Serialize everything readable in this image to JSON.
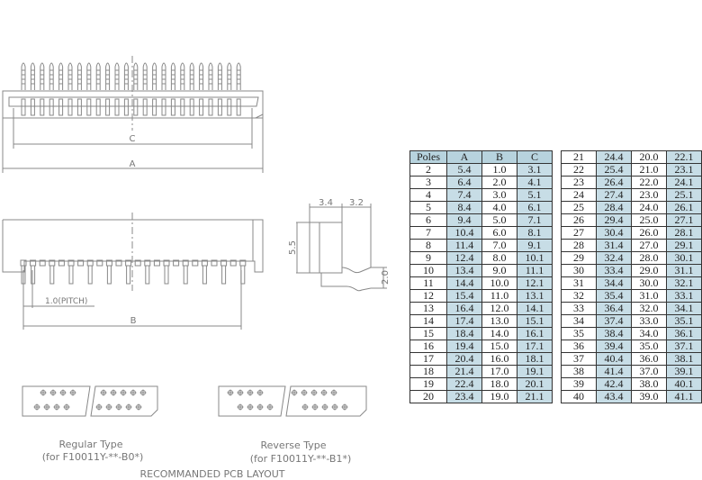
{
  "labels": {
    "dim_a": "A",
    "dim_b": "B",
    "dim_c": "C",
    "pitch": "1.0(PITCH)",
    "side_w1": "3.4",
    "side_w2": "3.2",
    "side_h": "5.5",
    "side_lead": "2.0",
    "regular_type": "Regular Type",
    "regular_part": "(for F10011Y-**-B0*)",
    "reverse_type": "Reverse Type",
    "reverse_part": "(for F10011Y-**-B1*)",
    "pcb_caption": "RECOMMANDED PCB LAYOUT"
  },
  "table": {
    "headers": [
      "Poles",
      "A",
      "B",
      "C"
    ],
    "rows_left": [
      [
        "2",
        "5.4",
        "1.0",
        "3.1"
      ],
      [
        "3",
        "6.4",
        "2.0",
        "4.1"
      ],
      [
        "4",
        "7.4",
        "3.0",
        "5.1"
      ],
      [
        "5",
        "8.4",
        "4.0",
        "6.1"
      ],
      [
        "6",
        "9.4",
        "5.0",
        "7.1"
      ],
      [
        "7",
        "10.4",
        "6.0",
        "8.1"
      ],
      [
        "8",
        "11.4",
        "7.0",
        "9.1"
      ],
      [
        "9",
        "12.4",
        "8.0",
        "10.1"
      ],
      [
        "10",
        "13.4",
        "9.0",
        "11.1"
      ],
      [
        "11",
        "14.4",
        "10.0",
        "12.1"
      ],
      [
        "12",
        "15.4",
        "11.0",
        "13.1"
      ],
      [
        "13",
        "16.4",
        "12.0",
        "14.1"
      ],
      [
        "14",
        "17.4",
        "13.0",
        "15.1"
      ],
      [
        "15",
        "18.4",
        "14.0",
        "16.1"
      ],
      [
        "16",
        "19.4",
        "15.0",
        "17.1"
      ],
      [
        "17",
        "20.4",
        "16.0",
        "18.1"
      ],
      [
        "18",
        "21.4",
        "17.0",
        "19.1"
      ],
      [
        "19",
        "22.4",
        "18.0",
        "20.1"
      ],
      [
        "20",
        "23.4",
        "19.0",
        "21.1"
      ]
    ],
    "rows_right": [
      [
        "21",
        "24.4",
        "20.0",
        "22.1"
      ],
      [
        "22",
        "25.4",
        "21.0",
        "23.1"
      ],
      [
        "23",
        "26.4",
        "22.0",
        "24.1"
      ],
      [
        "24",
        "27.4",
        "23.0",
        "25.1"
      ],
      [
        "25",
        "28.4",
        "24.0",
        "26.1"
      ],
      [
        "26",
        "29.4",
        "25.0",
        "27.1"
      ],
      [
        "27",
        "30.4",
        "26.0",
        "28.1"
      ],
      [
        "28",
        "31.4",
        "27.0",
        "29.1"
      ],
      [
        "29",
        "32.4",
        "28.0",
        "30.1"
      ],
      [
        "30",
        "33.4",
        "29.0",
        "31.1"
      ],
      [
        "31",
        "34.4",
        "30.0",
        "32.1"
      ],
      [
        "32",
        "35.4",
        "31.0",
        "33.1"
      ],
      [
        "33",
        "36.4",
        "32.0",
        "34.1"
      ],
      [
        "34",
        "37.4",
        "33.0",
        "35.1"
      ],
      [
        "35",
        "38.4",
        "34.0",
        "36.1"
      ],
      [
        "36",
        "39.4",
        "35.0",
        "37.1"
      ],
      [
        "37",
        "40.4",
        "36.0",
        "38.1"
      ],
      [
        "38",
        "41.4",
        "37.0",
        "39.1"
      ],
      [
        "39",
        "42.4",
        "38.0",
        "40.1"
      ],
      [
        "40",
        "43.4",
        "39.0",
        "41.1"
      ]
    ]
  }
}
